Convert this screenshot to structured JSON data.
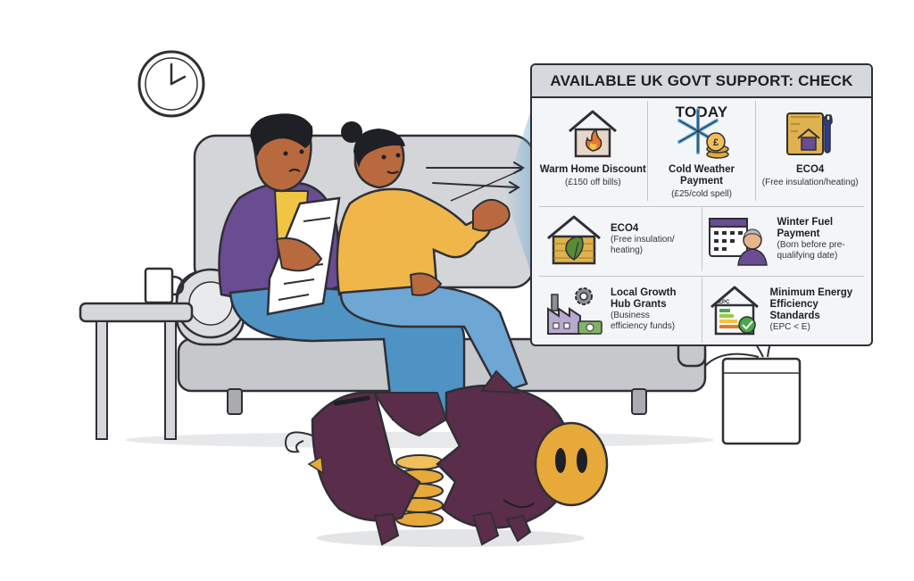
{
  "panel": {
    "title": "AVAILABLE UK GOVT SUPPORT: CHECK TODAY",
    "items": [
      {
        "icon": "house-flame-icon",
        "title": "Warm Home Discount",
        "detail": "(£150 off bills)"
      },
      {
        "icon": "snowflake-coins-icon",
        "title": "Cold Weather Payment",
        "detail": "(£25/cold spell)"
      },
      {
        "icon": "blueprint-wrench-icon",
        "title": "ECO4",
        "detail": "(Free insulation/heating)"
      },
      {
        "icon": "eco-house-icon",
        "title": "ECO4",
        "detail": "(Free insulation/ heating)"
      },
      {
        "icon": "calendar-elderly-icon",
        "title": "Winter Fuel Payment",
        "detail": "(Born before pre-qualifying date)"
      },
      {
        "icon": "factory-gear-icon",
        "title": "Local Growth Hub Grants",
        "detail": "(Business efficiency funds)"
      },
      {
        "icon": "epc-rating-icon",
        "title": "Minimum Energy Efficiency Standards",
        "detail": "(EPC < E)"
      }
    ]
  },
  "scene": {
    "icons": [
      "wall-clock-icon",
      "sofa-icon",
      "side-table-icon",
      "mug-icon",
      "plant-pot-icon",
      "bill-paper-icon",
      "piggy-bank-icon",
      "coin-stack-icon"
    ],
    "people": [
      "worried-man",
      "gesturing-woman"
    ],
    "epc_badge": "EPC"
  },
  "colors": {
    "sofa": "#cfd1d4",
    "panel_bg": "#f3f5f7",
    "outline": "#2f2f35",
    "piggy": "#5a2d4a",
    "coin": "#e6a93a",
    "man_shirt": "#6a4c93",
    "woman_top": "#f0b64a",
    "jeans": "#5c9dc8",
    "accent_blue": "#5aa6d6"
  }
}
